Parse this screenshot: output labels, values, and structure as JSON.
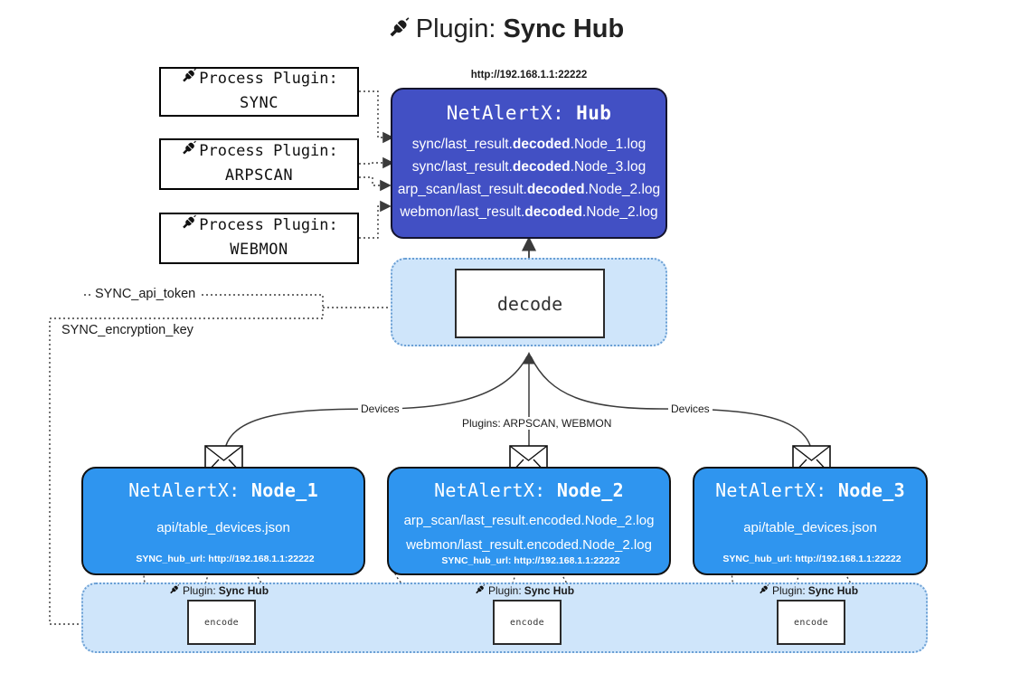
{
  "title": {
    "icon": "plug-icon",
    "prefix": "Plugin:",
    "name": "Sync Hub"
  },
  "process_plugins": [
    {
      "icon": "plug-icon",
      "line1": "Process Plugin:",
      "line2": "SYNC"
    },
    {
      "icon": "plug-icon",
      "line1": "Process Plugin:",
      "line2": "ARPSCAN"
    },
    {
      "icon": "plug-icon",
      "line1": "Process Plugin:",
      "line2": "WEBMON"
    }
  ],
  "hub": {
    "url": "http://192.168.1.1:22222",
    "title_prefix": "NetAlertX:",
    "title_name": "Hub",
    "lines": [
      {
        "pre": "sync/last_result.",
        "em": "decoded",
        "post": ".Node_1.log"
      },
      {
        "pre": "sync/last_result.",
        "em": "decoded",
        "post": ".Node_3.log"
      },
      {
        "pre": "arp_scan/last_result.",
        "em": "decoded",
        "post": ".Node_2.log"
      },
      {
        "pre": "webmon/last_result.",
        "em": "decoded",
        "post": ".Node_2.log"
      }
    ]
  },
  "decode_zone": {
    "box_label": "decode"
  },
  "secrets": [
    {
      "label": "SYNC_api_token"
    },
    {
      "label": "SYNC_encryption_key"
    }
  ],
  "edge_labels": {
    "devices_left": "Devices",
    "devices_right": "Devices",
    "plugins_center": "Plugins: ARPSCAN, WEBMON"
  },
  "nodes": [
    {
      "icon": "envelope-icon",
      "title_prefix": "NetAlertX:",
      "title_name": "Node_1",
      "lines": [
        "api/table_devices.json"
      ],
      "footer": "SYNC_hub_url: http://192.168.1.1:22222"
    },
    {
      "icon": "envelope-icon",
      "title_prefix": "NetAlertX:",
      "title_name": "Node_2",
      "lines": [
        "arp_scan/last_result.encoded.Node_2.log",
        "webmon/last_result.encoded.Node_2.log"
      ],
      "footer": "SYNC_hub_url: http://192.168.1.1:22222"
    },
    {
      "icon": "envelope-icon",
      "title_prefix": "NetAlertX:",
      "title_name": "Node_3",
      "lines": [
        "api/table_devices.json"
      ],
      "footer": "SYNC_hub_url: http://192.168.1.1:22222"
    }
  ],
  "encode_zone": {
    "captions": [
      {
        "icon": "plug-icon",
        "prefix": "Plugin:",
        "name": "Sync Hub",
        "box_label": "encode"
      },
      {
        "icon": "plug-icon",
        "prefix": "Plugin:",
        "name": "Sync Hub",
        "box_label": "encode"
      },
      {
        "icon": "plug-icon",
        "prefix": "Plugin:",
        "name": "Sync Hub",
        "box_label": "encode"
      }
    ]
  },
  "colors": {
    "hub": "#4250c4",
    "node": "#2f95ef",
    "plugin_zone": "#cfe5fa",
    "plugin_zone_border": "#6a9fd4",
    "stroke": "#2b2b2b"
  }
}
